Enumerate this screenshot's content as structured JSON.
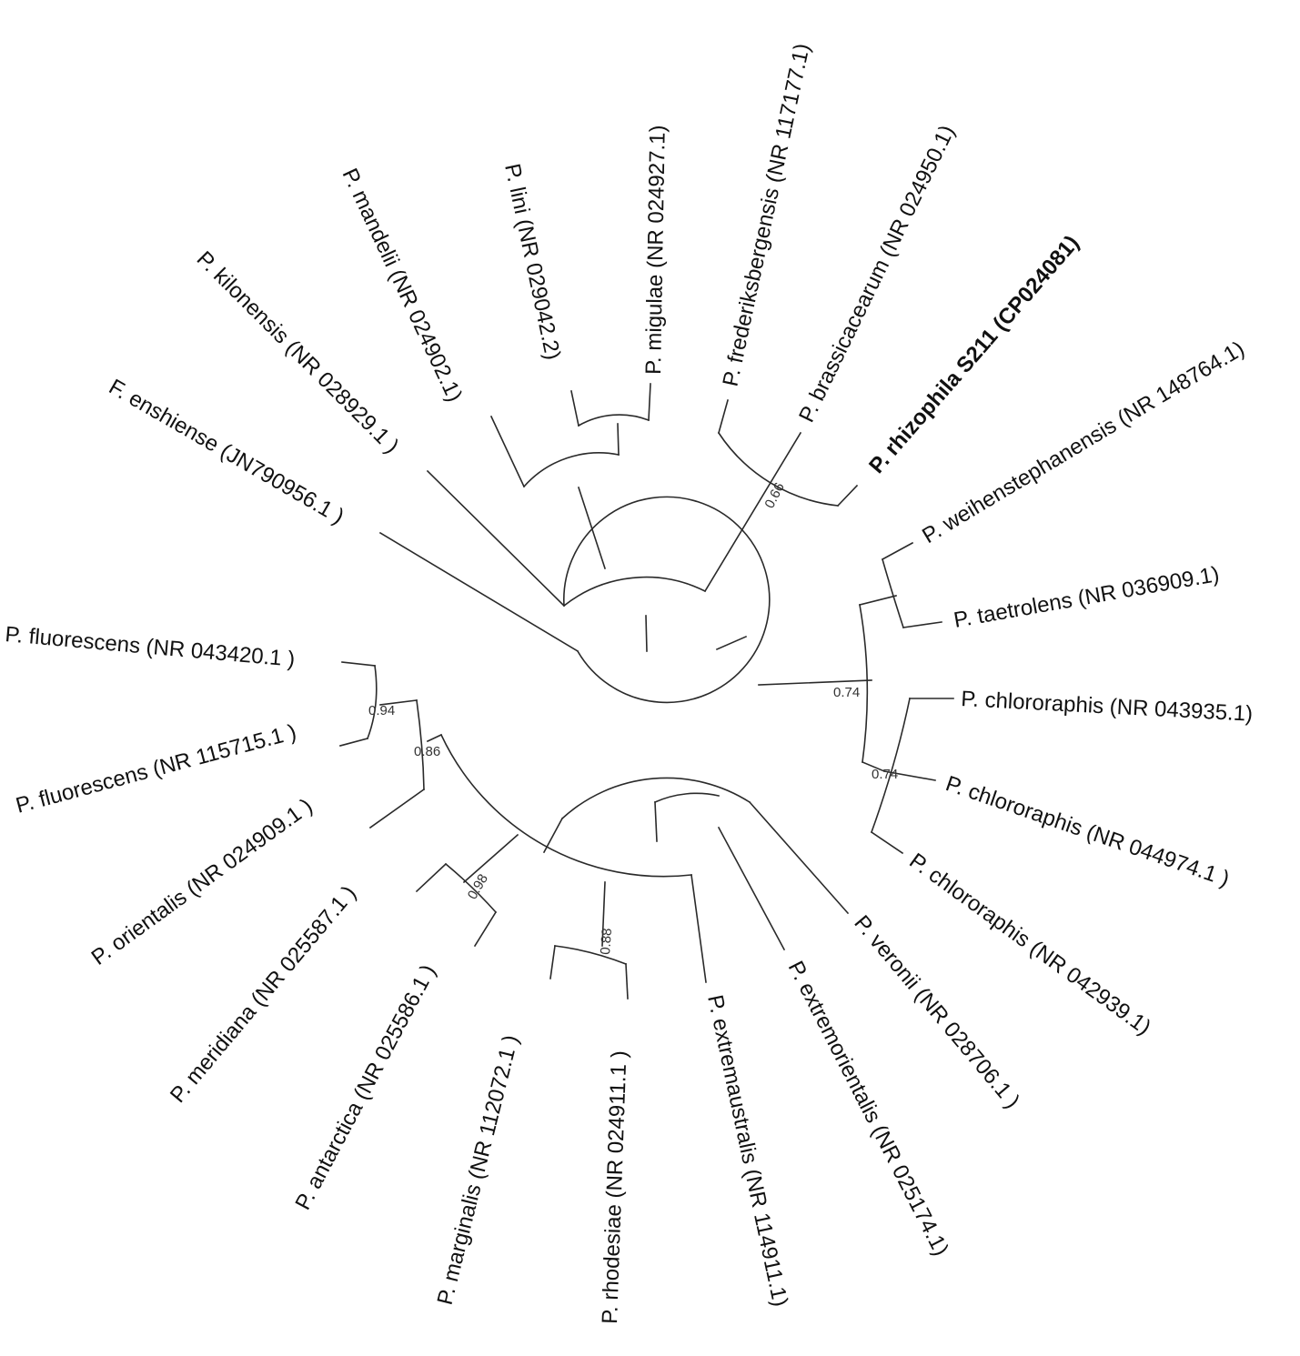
{
  "tree": {
    "leaves": [
      {
        "id": "kilonensis",
        "label": "P. kilonensis (NR 028929.1 )"
      },
      {
        "id": "mandelii",
        "label": "P. mandelii (NR 024902.1)"
      },
      {
        "id": "lini",
        "label": "P. lini (NR 029042.2)"
      },
      {
        "id": "migulae",
        "label": "P. migulae (NR 024927.1)"
      },
      {
        "id": "frederiksbergensis",
        "label": "P. frederiksbergensis (NR 117177.1)"
      },
      {
        "id": "brassicacearum",
        "label": "P. brassicacearum (NR 024950.1)"
      },
      {
        "id": "rhizophila",
        "label": "P. rhizophila S211 (CP024081)",
        "highlight": true
      },
      {
        "id": "weihenstephanensis",
        "label": "P. weihenstephanensis (NR 148764.1)"
      },
      {
        "id": "taetrolens",
        "label": "P. taetrolens (NR 036909.1)"
      },
      {
        "id": "chlororaphis1",
        "label": "P. chlororaphis (NR 043935.1)"
      },
      {
        "id": "chlororaphis2",
        "label": "P. chlororaphis (NR 044974.1 )"
      },
      {
        "id": "chlororaphis3",
        "label": "P. chlororaphis (NR 042939.1)"
      },
      {
        "id": "veronii",
        "label": "P. veronii (NR 028706.1 )"
      },
      {
        "id": "extremorientalis",
        "label": "P. extremorientalis (NR 025174.1)"
      },
      {
        "id": "extremaustralis",
        "label": "P. extremaustralis (NR 114911.1)"
      },
      {
        "id": "rhodesiae",
        "label": "P. rhodesiae (NR 024911.1 )"
      },
      {
        "id": "marginalis",
        "label": "P. marginalis (NR 112072.1 )"
      },
      {
        "id": "antarctica",
        "label": "P. antarctica (NR 025586.1 )"
      },
      {
        "id": "meridiana",
        "label": "P. meridiana (NR 025587.1 )"
      },
      {
        "id": "orientalis",
        "label": "P. orientalis (NR 024909.1 )"
      },
      {
        "id": "fluorescens2",
        "label": "P. fluorescens (NR 115715.1 )"
      },
      {
        "id": "fluorescens1",
        "label": "P. fluorescens (NR 043420.1 )"
      },
      {
        "id": "enshiense",
        "label": "F. enshiense (JN790956.1 )"
      }
    ],
    "support_values": [
      {
        "node": "frederiksbergensis-brassicacearum-rhizophila",
        "value": "0.66"
      },
      {
        "node": "weihenstephanensis-taetrolens-chlororaphis",
        "value": "0.74"
      },
      {
        "node": "chlororaphis-group",
        "value": "0.74"
      },
      {
        "node": "fluorescens-pair",
        "value": "0.94"
      },
      {
        "node": "fluorescens-orientalis",
        "value": "0.86"
      },
      {
        "node": "meridiana-antarctica",
        "value": "0.98"
      },
      {
        "node": "marginalis-rhodesiae",
        "value": "0.88"
      }
    ]
  }
}
